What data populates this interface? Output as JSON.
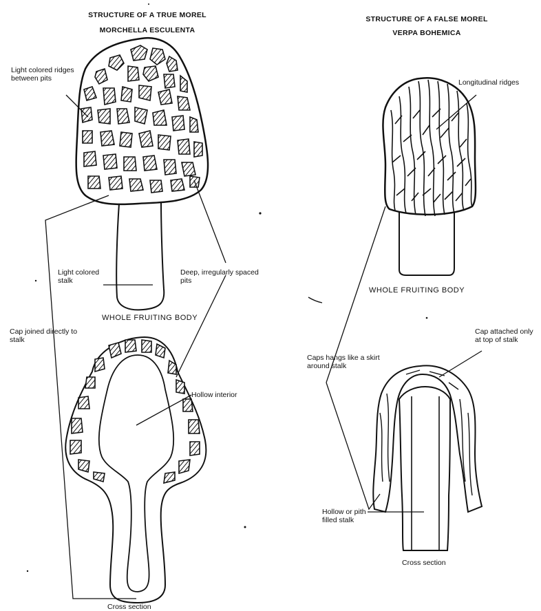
{
  "true_morel": {
    "title": "STRUCTURE OF A TRUE MOREL",
    "species": "MORCHELLA ESCULENTA",
    "labels": {
      "ridges": "Light colored ridges between pits",
      "stalk": "Light colored stalk",
      "pits": "Deep, irregularly spaced pits",
      "cap_joined": "Cap joined directly to stalk",
      "hollow": "Hollow interior"
    },
    "caption_whole": "WHOLE FRUITING BODY",
    "caption_cross": "Cross section"
  },
  "false_morel": {
    "title": "STRUCTURE OF A FALSE MOREL",
    "species": "VERPA BOHEMICA",
    "labels": {
      "ridges": "Longitudinal ridges",
      "skirt": "Caps hangs like a skirt around stalk",
      "attached": "Cap attached only at top of stalk",
      "stalk": "Hollow or pith filled stalk"
    },
    "caption_whole": "WHOLE FRUITING BODY",
    "caption_cross": "Cross section"
  }
}
